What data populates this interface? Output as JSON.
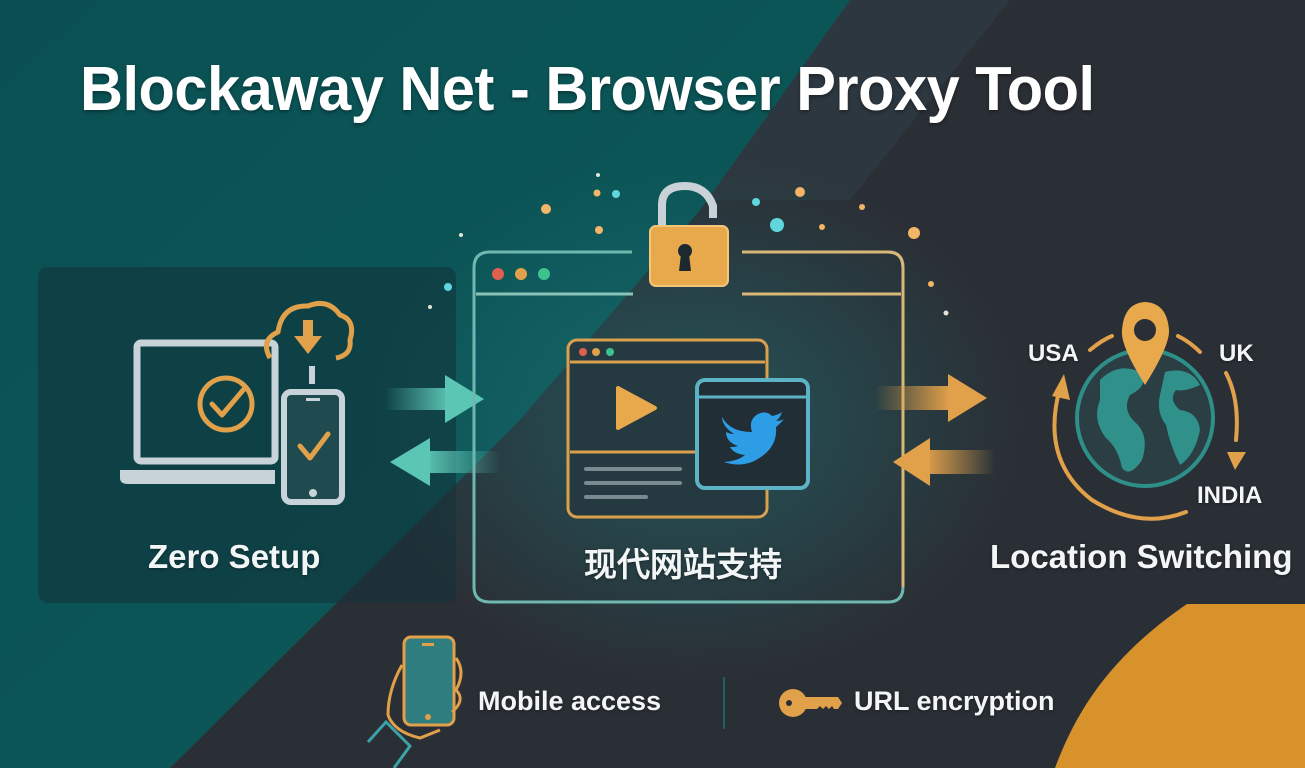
{
  "header": {
    "title": "Blockaway Net - Browser Proxy Tool"
  },
  "features": {
    "left": {
      "label": "Zero Setup",
      "icons": [
        "laptop-check-icon",
        "cloud-download-icon",
        "phone-check-icon"
      ]
    },
    "center": {
      "label": "现代网站支持",
      "icons": [
        "unlocked-padlock-icon",
        "browser-window-icon",
        "play-video-icon",
        "twitter-bird-icon"
      ]
    },
    "right": {
      "label": "Location Switching",
      "locations": [
        "USA",
        "UK",
        "INDIA"
      ],
      "icons": [
        "globe-icon",
        "location-pin-icon",
        "cycle-arrows-icon"
      ]
    }
  },
  "footer": {
    "items": [
      {
        "label": "Mobile access",
        "icon": "hand-phone-icon"
      },
      {
        "label": "URL encryption",
        "icon": "key-icon"
      }
    ]
  },
  "colors": {
    "teal_bg": "#0b5356",
    "dark_bg": "#2a2f35",
    "gold": "#e1a04a",
    "teal_accent": "#5cc6b4",
    "orange_blob": "#d8922c",
    "twitter_blue": "#2d9ee6",
    "text": "#ffffff"
  }
}
